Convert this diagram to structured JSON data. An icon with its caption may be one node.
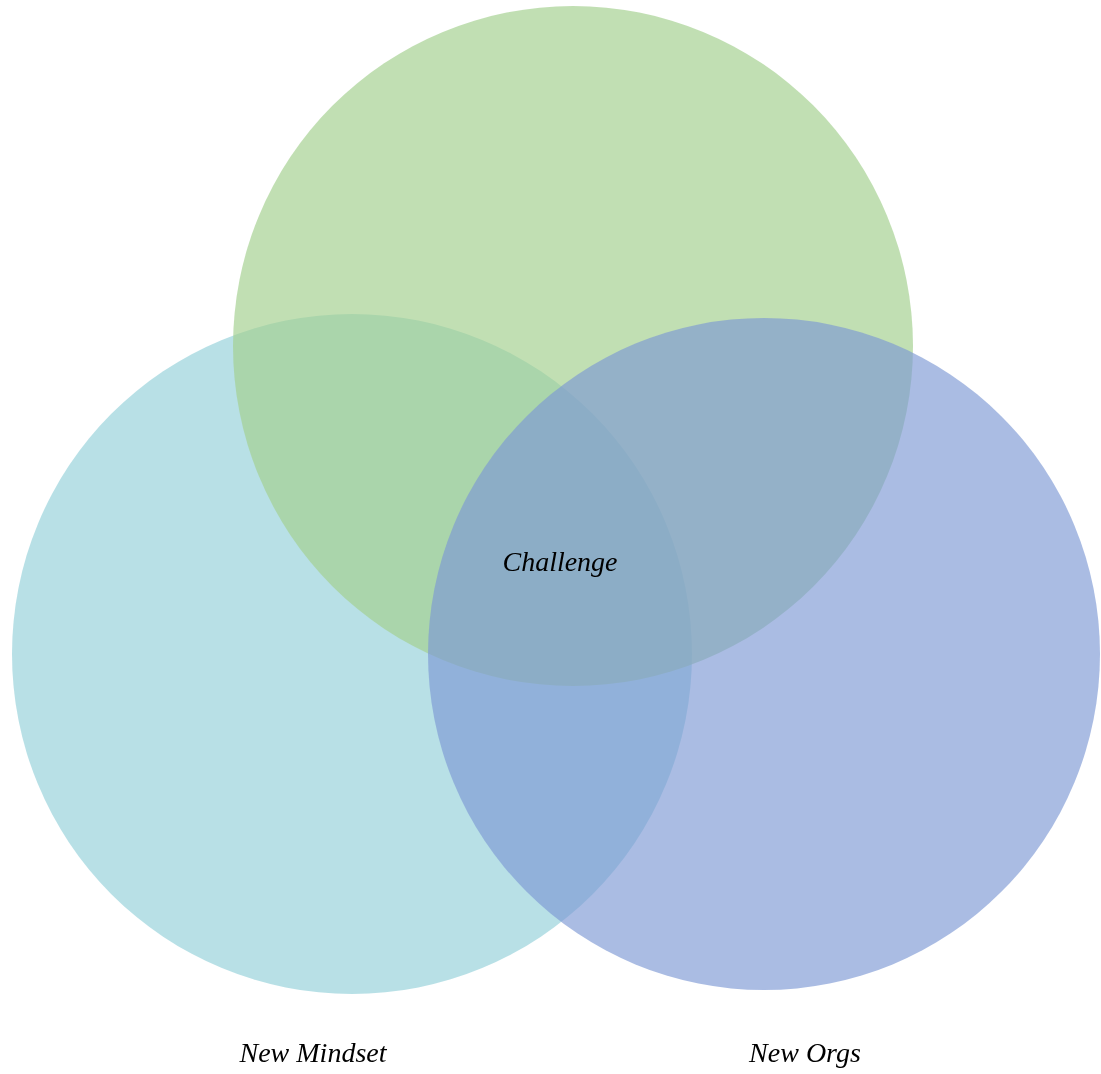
{
  "diagram": {
    "nodes": [
      {
        "text": [],
        "shape": "circle"
      },
      {
        "text": [
          "New Mindset"
        ]
      },
      {
        "text": [
          "New Orgs"
        ]
      }
    ],
    "edges": [],
    "labels": [
      "Challenge"
    ]
  }
}
